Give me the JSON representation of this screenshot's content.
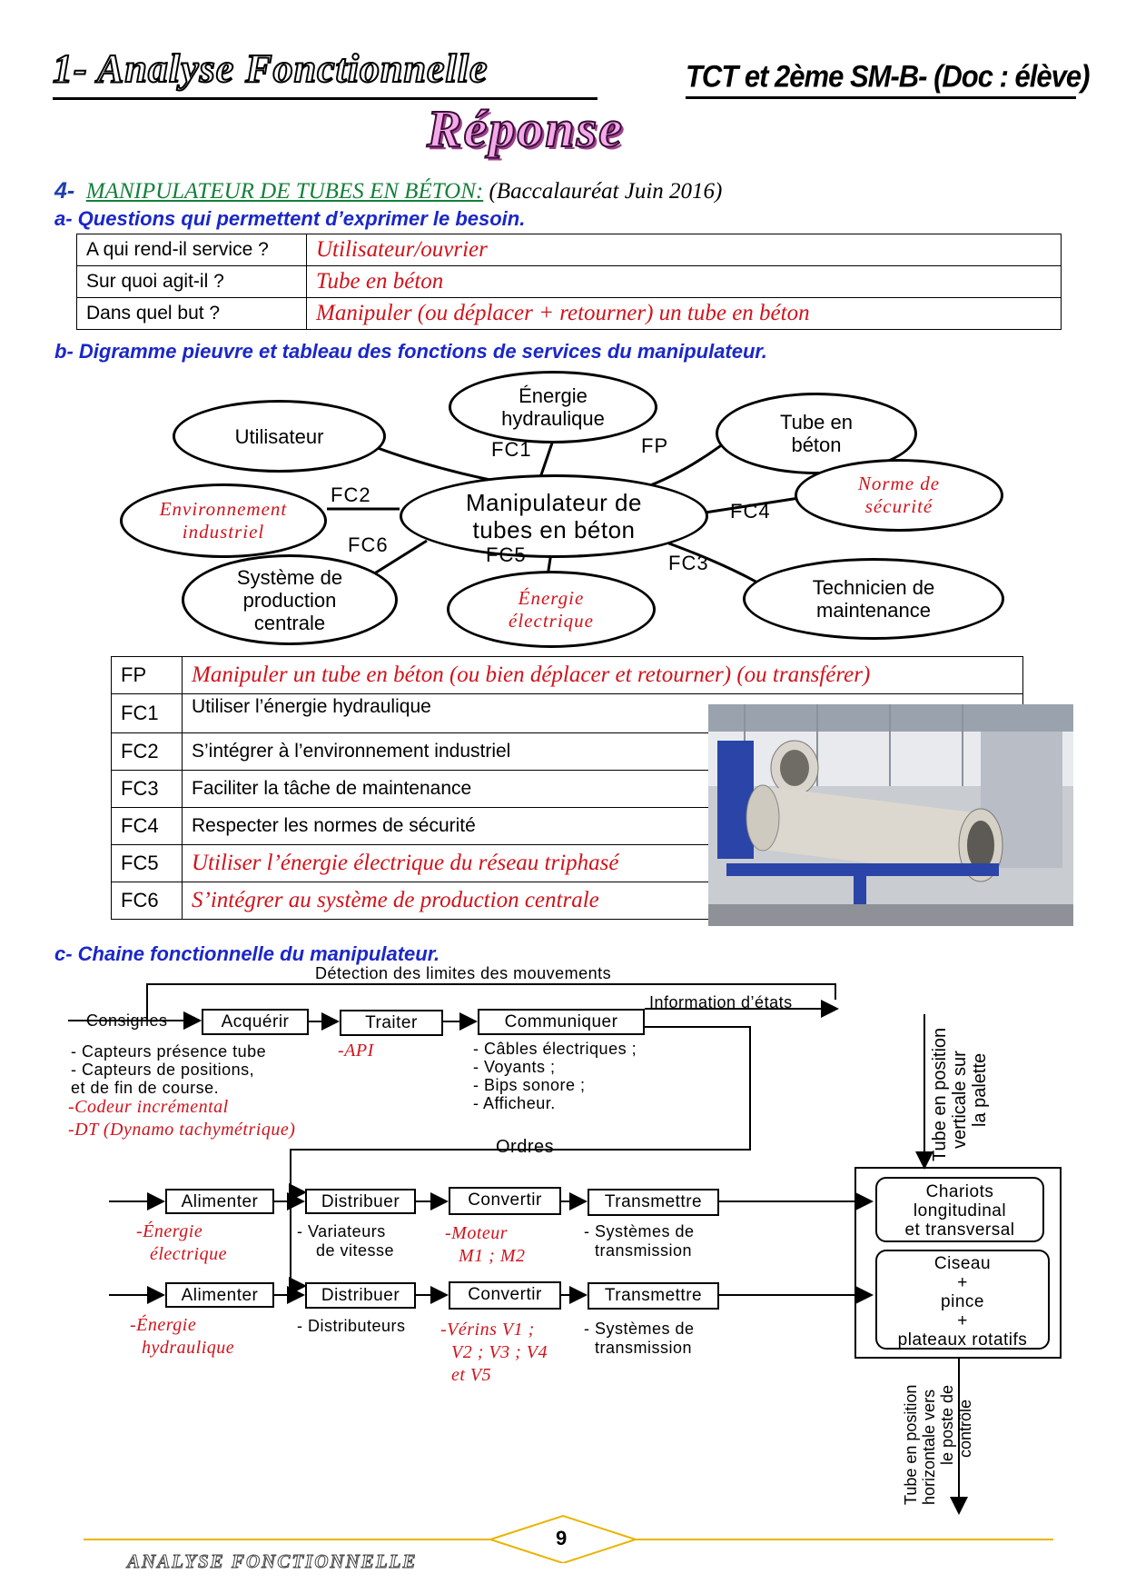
{
  "header": {
    "title": "1- Analyse Fonctionnelle",
    "right": "TCT et 2ème SM-B- (Doc : élève)",
    "reponse": "Réponse"
  },
  "section": {
    "num": "4-",
    "title": "MANIPULATEUR DE TUBES EN BÉTON:",
    "context": "(Baccalauréat Juin 2016)"
  },
  "part_a": {
    "heading": "a- Questions qui permettent d’exprimer le besoin.",
    "rows": [
      {
        "q": "A qui rend-il service ?",
        "a": "Utilisateur/ouvrier"
      },
      {
        "q": "Sur quoi agit-il ?",
        "a": "Tube en béton"
      },
      {
        "q": "Dans quel but ?",
        "a": "Manipuler (ou déplacer + retourner) un tube en béton"
      }
    ]
  },
  "part_b": {
    "heading": "b- Digramme pieuvre et tableau des fonctions de services du manipulateur.",
    "center": [
      "Manipulateur de",
      "tubes en béton"
    ],
    "elements": {
      "energie_hyd": [
        "Énergie",
        "hydraulique"
      ],
      "utilisateur": [
        "Utilisateur"
      ],
      "tube": [
        "Tube en",
        "béton"
      ],
      "norme": [
        "Norme de",
        "sécurité"
      ],
      "env": [
        "Environnement",
        "industriel"
      ],
      "systeme": [
        "Système de",
        "production",
        "centrale"
      ],
      "energie_elec": [
        "Énergie",
        "électrique"
      ],
      "technicien": [
        "Technicien de",
        "maintenance"
      ]
    },
    "labels": {
      "fp": "FP",
      "fc1": "FC1",
      "fc2": "FC2",
      "fc3": "FC3",
      "fc4": "FC4",
      "fc5": "FC5",
      "fc6": "FC6"
    },
    "table": [
      {
        "code": "FP",
        "text": "Manipuler un tube en béton (ou bien déplacer et retourner) (ou transférer)",
        "answer": true
      },
      {
        "code": "FC1",
        "text": "Utiliser l’énergie hydraulique",
        "answer": false
      },
      {
        "code": "FC2",
        "text": "S’intégrer à l’environnement industriel",
        "answer": false
      },
      {
        "code": "FC3",
        "text": "Faciliter la tâche de maintenance",
        "answer": false
      },
      {
        "code": "FC4",
        "text": "Respecter les normes de sécurité",
        "answer": false
      },
      {
        "code": "FC5",
        "text": "Utiliser l’énergie électrique du réseau triphasé",
        "answer": true
      },
      {
        "code": "FC6",
        "text": "S’intégrer au système de production centrale",
        "answer": true
      }
    ]
  },
  "part_c": {
    "heading": "c- Chaine fonctionnelle du manipulateur.",
    "detection": "Détection des limites des mouvements",
    "info": "Information d’états",
    "consignes": "Consignes",
    "ordres": "Ordres",
    "boxes": {
      "acquerir": "Acquérir",
      "traiter": "Traiter",
      "communiquer": "Communiquer",
      "alimenter1": "Alimenter",
      "distribuer1": "Distribuer",
      "convertir1": "Convertir",
      "transmettre1": "Transmettre",
      "alimenter2": "Alimenter",
      "distribuer2": "Distribuer",
      "convertir2": "Convertir",
      "transmettre2": "Transmettre"
    },
    "acq_notes": [
      "-  Capteurs présence tube",
      "-  Capteurs de positions,",
      "    et de fin de course."
    ],
    "acq_red": [
      "-Codeur incrémental",
      "-DT (Dynamo tachymétrique)"
    ],
    "api": "-API",
    "comm_notes": [
      "- Câbles électriques ;",
      "- Voyants ;",
      "- Bips sonore ;",
      "- Afficheur."
    ],
    "alim1_red": [
      "-Énergie",
      "électrique"
    ],
    "dist1_notes": [
      "- Variateurs",
      "de vitesse"
    ],
    "conv1_red": [
      "-Moteur",
      "M1 ; M2"
    ],
    "trans1_notes": [
      "- Systèmes de",
      "transmission"
    ],
    "alim2_red": [
      "-Énergie",
      "hydraulique"
    ],
    "dist2_notes": [
      "- Distributeurs"
    ],
    "conv2_red": [
      "-Vérins V1 ;",
      "V2 ; V3 ; V4",
      "et V5"
    ],
    "trans2_notes": [
      "- Systèmes de",
      "transmission"
    ],
    "chariots": [
      "Chariots",
      "longitudinal",
      "et transversal"
    ],
    "ciseau": [
      "Ciseau",
      "+",
      "pince",
      "+",
      "plateaux rotatifs"
    ],
    "vertical_in": [
      "Tube en position",
      "verticale sur",
      "la palette"
    ],
    "vertical_out": [
      "Tube en position",
      "horizontale vers",
      "le poste de",
      "contrôle"
    ]
  },
  "footer": {
    "left": "ANALYSE FONCTIONNELLE",
    "page": "9"
  }
}
